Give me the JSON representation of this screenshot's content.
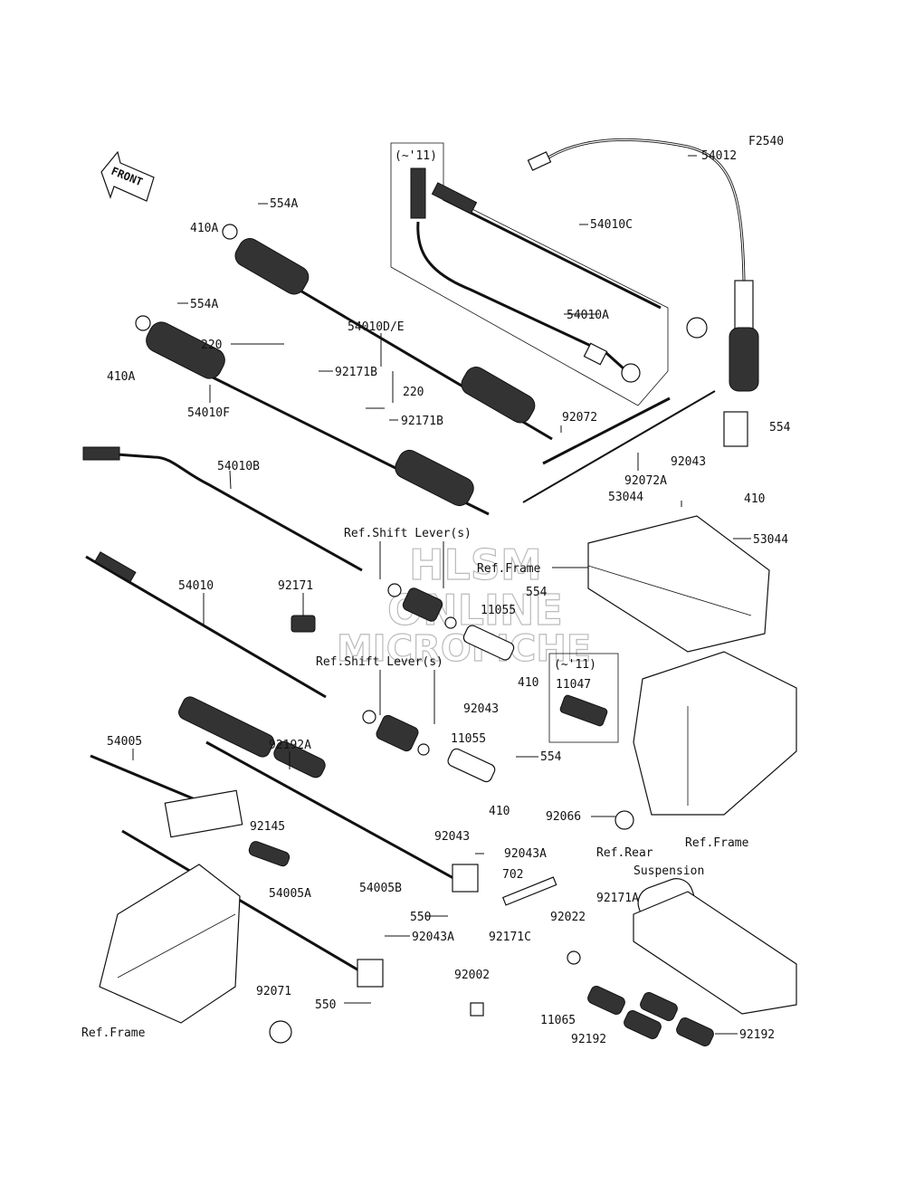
{
  "figure_code": "F2540",
  "front_arrow_text": "FRONT",
  "watermark": [
    "HLSM",
    "ONLINE",
    "MICROFICHE"
  ],
  "notes": {
    "to_11_a": "(~'11)",
    "to_11_b": "(~'11)"
  },
  "refs": {
    "shift_lever_1": "Ref.Shift Lever(s)",
    "shift_lever_2": "Ref.Shift Lever(s)",
    "frame_1": "Ref.Frame",
    "frame_2": "Ref.Frame",
    "frame_3": "Ref.Frame",
    "rear_suspension_1": "Ref.Rear",
    "rear_suspension_2": "Suspension"
  },
  "parts": {
    "p54012": "54012",
    "p54010C": "54010C",
    "p54010A": "54010A",
    "p54010DE": "54010D/E",
    "p410A_1": "410A",
    "p410A_2": "410A",
    "p554A_1": "554A",
    "p554A_2": "554A",
    "p220_1": "220",
    "p220_2": "220",
    "p92171B_1": "92171B",
    "p92171B_2": "92171B",
    "p54010F": "54010F",
    "p92072": "92072",
    "p92072A": "92072A",
    "p92043_1": "92043",
    "p92043_2": "92043",
    "p92043_3": "92043",
    "p554_1": "554",
    "p554_2": "554",
    "p554_3": "554",
    "p410_1": "410",
    "p410_2": "410",
    "p410_3": "410",
    "p53044_1": "53044",
    "p53044_2": "53044",
    "p54010B": "54010B",
    "p54010": "54010",
    "p92171": "92171",
    "p11055_1": "11055",
    "p11055_2": "11055",
    "p11047": "11047",
    "p92192A": "92192A",
    "p54005": "54005",
    "p92145": "92145",
    "p54005B": "54005B",
    "p54005A": "54005A",
    "p92043A_1": "92043A",
    "p92043A_2": "92043A",
    "p702": "702",
    "p550_1": "550",
    "p550_2": "550",
    "p92171C": "92171C",
    "p92171A": "92171A",
    "p92022": "92022",
    "p92002": "92002",
    "p92066": "92066",
    "p92071": "92071",
    "p11065": "11065",
    "p92192_1": "92192",
    "p92192_2": "92192"
  }
}
